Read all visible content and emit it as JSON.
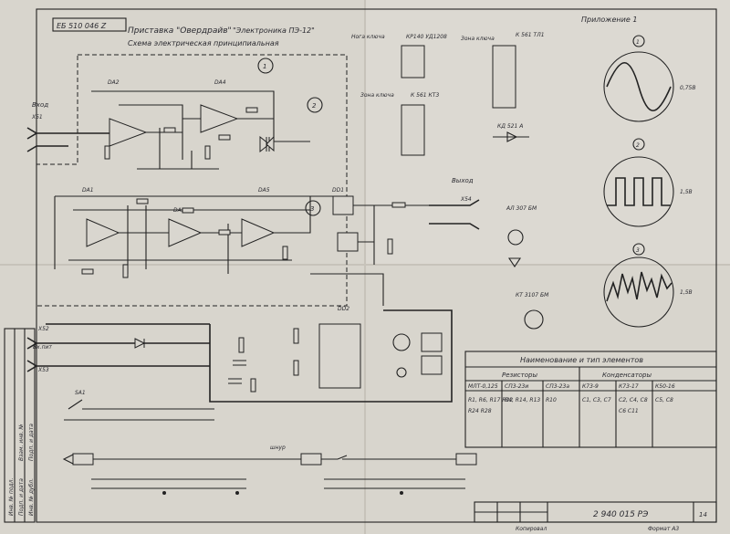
{
  "doc_code": "ЕБ 510 046 Z",
  "title": "Приставка \"Овердрайв\"",
  "subtitle": "Схема электрическая принципиальная",
  "device": "\"Электроника ПЭ-12\"",
  "appendix": "Приложение 1",
  "pinout_labels": {
    "left_top": "Нога ключа",
    "left_chip": "КР140 УД1208",
    "right_top": "Зона ключа",
    "right_chip": "К 561 ТЛ1",
    "left_bottom": "Зона ключа",
    "left_chip2": "К 561 КТ3"
  },
  "side_parts": {
    "diode": "КД 521 А",
    "led": "АЛ 307 БМ",
    "transistor": "КТ 3107 БМ"
  },
  "labels": {
    "input": "Вход",
    "output": "Выход",
    "x51": "Х51",
    "x54": "Х54",
    "x52": "Х52",
    "x53": "Х53",
    "power": "Вх.пит",
    "sa1": "SA1",
    "cord": "шнур",
    "u1": "1",
    "u2": "2",
    "u3": "3"
  },
  "chips": {
    "da1": "DA1",
    "da2": "DA2",
    "da3": "DA3",
    "da4": "DA4",
    "da5": "DA5",
    "dd1": "DD1",
    "dd2": "DD2"
  },
  "table": {
    "heading": "Наименование и тип элементов",
    "group_resistors": "Резисторы",
    "group_capacitors": "Конденсаторы",
    "col_headers": [
      "МЛТ-0,125",
      "СП3-23и",
      "СП3-23а",
      "К73-9",
      "К73-17",
      "К50-16"
    ],
    "rows": [
      [
        "R1, R6, R17  R22",
        "R4, R14, R13",
        "R10",
        "C1, C3, C7",
        "C2, C4, C8",
        "C5, C8"
      ],
      [
        "R24  R28",
        "",
        "",
        "",
        "C6  C11",
        ""
      ]
    ]
  },
  "scope_labels": [
    "1",
    "2",
    "3"
  ],
  "scope_dims": [
    "0,75В",
    "1,5В",
    "1,5В"
  ],
  "stamp": {
    "drawing_no": "2 940 015 РЭ",
    "sheet": "14",
    "checked": "Копировал",
    "format": "Формат А3"
  },
  "side_strip": [
    "Инв. № подл.",
    "Подп. и дата",
    "Взам. инв. №",
    "Инв. № дубл.",
    "Подп. и дата"
  ]
}
